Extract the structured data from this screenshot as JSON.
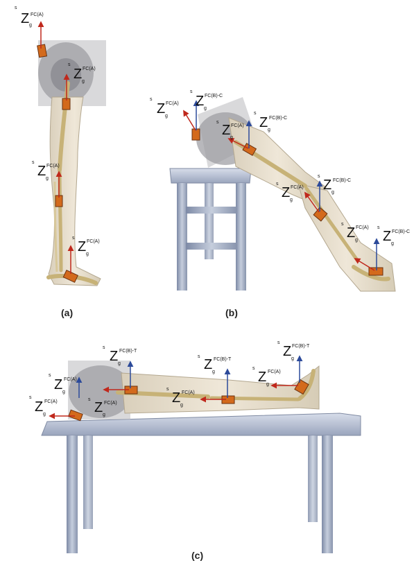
{
  "panels": {
    "a": {
      "caption": "(a)"
    },
    "b": {
      "caption": "(b)"
    },
    "c": {
      "caption": "(c)"
    }
  },
  "labels": {
    "main": "Z",
    "g": "g",
    "s": "s",
    "fc_a": "FC(A)",
    "fc_bc": "FC(B)-C",
    "fc_bt": "FC(B)-T"
  },
  "colors": {
    "red_axis": "#c0281c",
    "blue_axis": "#2c4a9a",
    "sensor": "#d36a1c",
    "skin": "#e4dac7",
    "bone": "#c7b277",
    "furniture": "#aab4c8"
  }
}
